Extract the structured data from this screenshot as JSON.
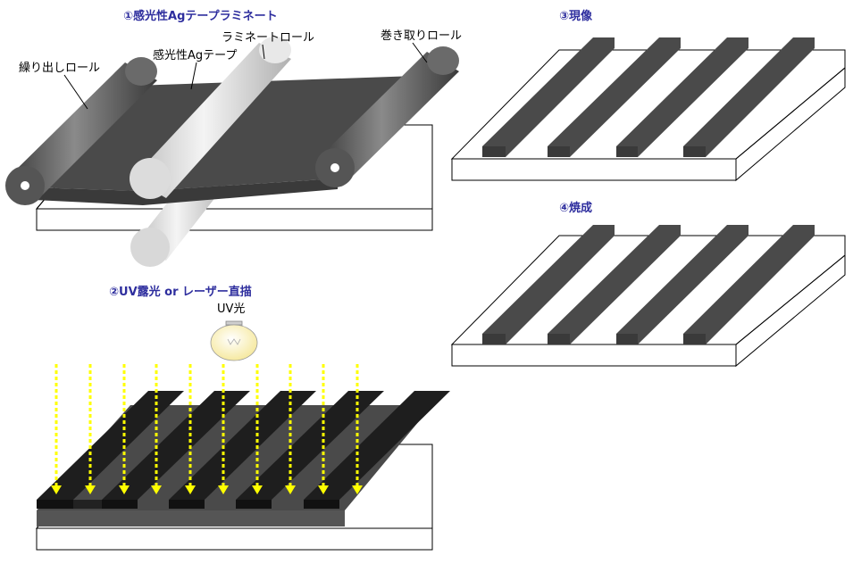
{
  "steps": [
    {
      "id": "step1",
      "title": "①感光性Agテープラミネート"
    },
    {
      "id": "step2",
      "title": "②UV露光 or レーザー直描"
    },
    {
      "id": "step3",
      "title": "③現像"
    },
    {
      "id": "step4",
      "title": "④焼成"
    }
  ],
  "labels": {
    "feed_roll": "繰り出しロール",
    "laminate_roll": "ラミネートロール",
    "ag_tape": "感光性Agテープ",
    "takeup_roll": "巻き取りロール",
    "uv_light": "UV光"
  },
  "colors": {
    "title": "#2e2e9e",
    "tape": "#4d4d4d",
    "mask": "#1e1e1e",
    "uv_arrow": "#ffff00",
    "bulb": "#fff7c8"
  }
}
